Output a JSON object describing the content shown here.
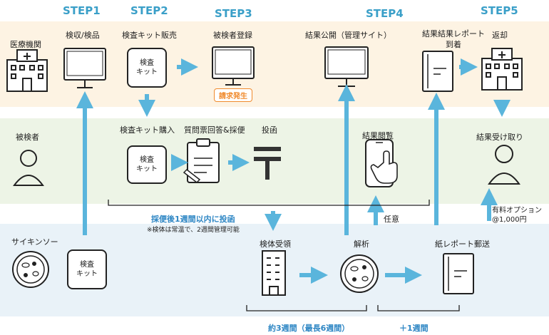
{
  "steps": [
    "STEP1",
    "STEP2",
    "STEP3",
    "STEP4",
    "STEP5"
  ],
  "rows": {
    "medical": "医療機関",
    "patient": "被検者",
    "company": "サイキンソー"
  },
  "labels": {
    "inspection": "検収/検品",
    "kit_sale": "検査キット販売",
    "registration": "被検者登録",
    "billing": "請求発生",
    "results_publish": "結果公開（管理サイト）",
    "report_arrival": "結果結果レポート\n到着",
    "return": "返却",
    "kit_purchase": "検査キット購入",
    "questionnaire": "質問票回答&採便",
    "mailing": "投函",
    "results_view": "結果閲覧",
    "results_receive": "結果受け取り",
    "optional": "任意",
    "paid_option": "有料オプション\n@1,000円",
    "sample_receipt": "検体受領",
    "analysis": "解析",
    "paper_report": "紙レポート郵送",
    "kit_box": "検査\nキット"
  },
  "notes": {
    "mail_within_week": "採便後1週間以内に投函",
    "storage_note": "※検体は常温で、2週間管理可能",
    "duration_main": "約3週間（最長6週間）",
    "duration_extra": "＋1週間"
  },
  "colors": {
    "accent": "#3a9fc8",
    "arrow": "#5ab5dc",
    "badge": "#f08a2c",
    "band_medical": "#fdf3e3",
    "band_patient": "#edf4e6",
    "band_company": "#e9f2f8"
  }
}
